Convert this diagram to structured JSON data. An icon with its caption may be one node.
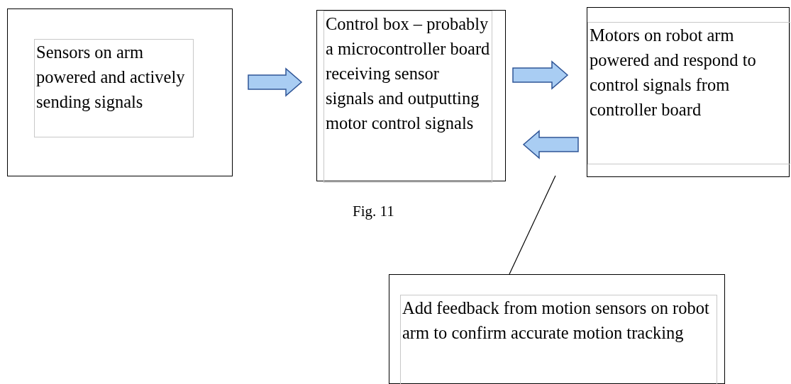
{
  "diagram": {
    "nodes": [
      {
        "text": [],
        "shape": "box"
      },
      {
        "text": [
          "Sensors on arm powered and actively sending signals"
        ],
        "in": 0
      },
      {
        "text": [],
        "shape": "box"
      },
      {
        "text": [
          "Control box – probably a microcontroller board receiving sensor signals and outputting motor control signals"
        ],
        "in": 2
      },
      {
        "text": [],
        "shape": "box"
      },
      {
        "text": [
          "Motors on robot arm powered and respond to control signals from controller board"
        ],
        "in": 4
      },
      {
        "text": [],
        "shape": "box"
      },
      {
        "text": [
          "Add feedback from motion sensors on robot arm to confirm accurate motion tracking"
        ],
        "in": 6
      }
    ],
    "edges": [
      {
        "from": 0,
        "to": 2,
        "arrow": "to"
      },
      {
        "from": 2,
        "to": 4,
        "arrow": "to"
      },
      {
        "from": 4,
        "to": 2,
        "arrow": "to"
      },
      {
        "from": 6,
        "to": null,
        "arrow": "none"
      }
    ],
    "labels": [
      "Fig. 11"
    ]
  }
}
